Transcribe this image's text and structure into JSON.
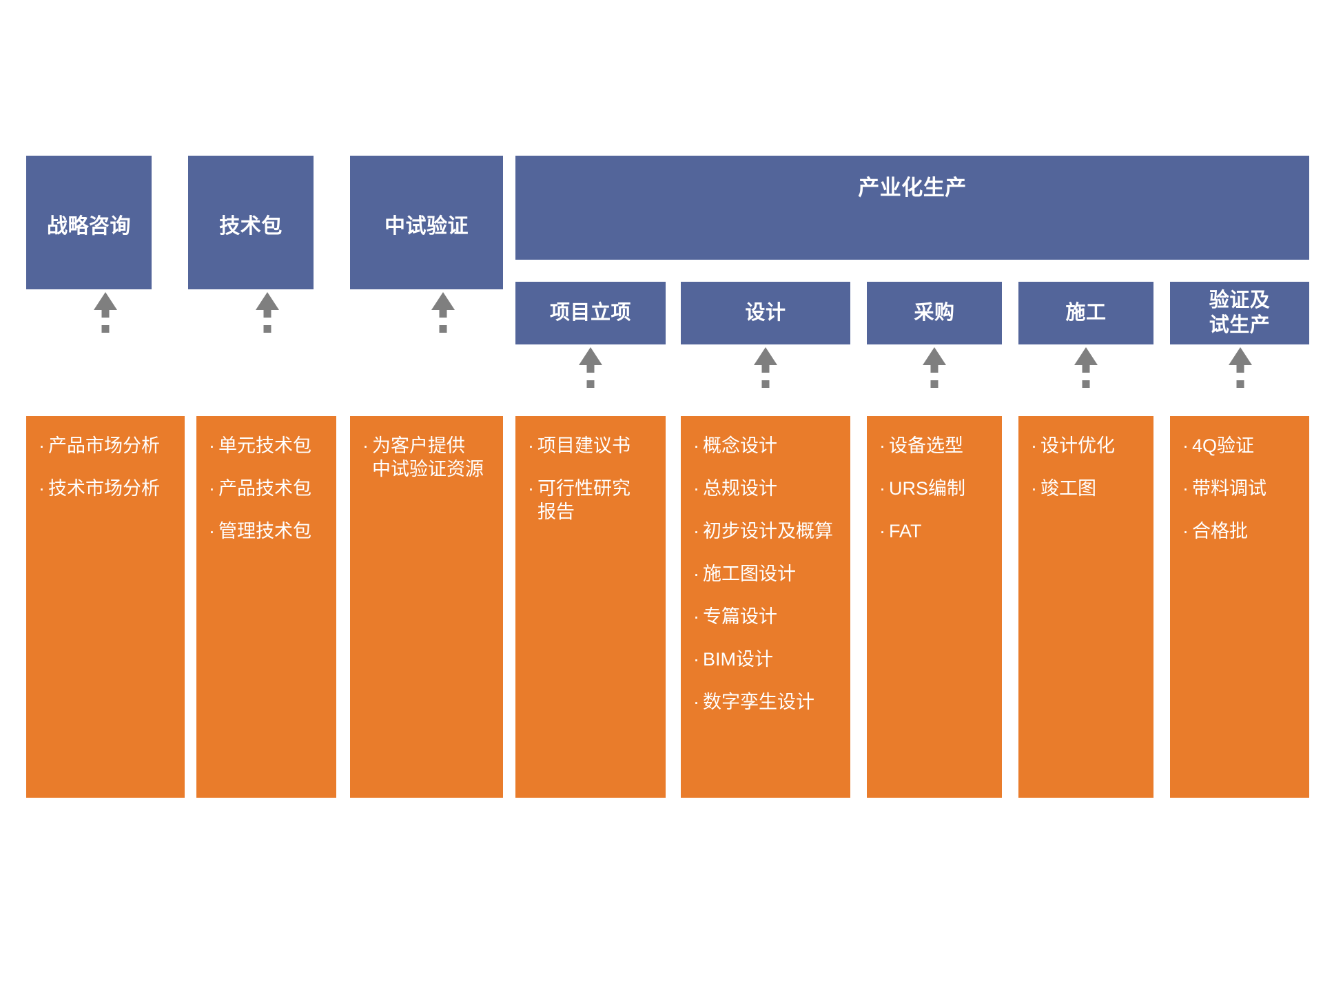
{
  "diagram": {
    "title_banner": {
      "label": "产业化生产"
    },
    "stages": [
      {
        "id": "strategy-consulting",
        "header": "战略咨询",
        "items": [
          "产品市场分析",
          "技术市场分析"
        ]
      },
      {
        "id": "technology-package",
        "header": "技术包",
        "items": [
          "单元技术包",
          "产品技术包",
          "管理技术包"
        ]
      },
      {
        "id": "pilot-verification",
        "header": "中试验证",
        "items": [
          "为客户提供",
          "中试验证资源"
        ]
      },
      {
        "id": "project-initiation",
        "header": "项目立项",
        "items": [
          "项目建议书",
          "可行性研究",
          "报告"
        ]
      },
      {
        "id": "design",
        "header": "设计",
        "items": [
          "概念设计",
          "总规设计",
          "初步设计及概算",
          "施工图设计",
          "专篇设计",
          "BIM设计",
          "数字孪生设计"
        ]
      },
      {
        "id": "procurement",
        "header": "采购",
        "items": [
          "设备选型",
          "URS编制",
          "FAT"
        ]
      },
      {
        "id": "construction",
        "header": "施工",
        "items": [
          "设计优化",
          "竣工图"
        ]
      },
      {
        "id": "validation-trial-production",
        "header": "验证及\n试生产",
        "items": [
          "4Q验证",
          "带料调试",
          "合格批"
        ]
      }
    ],
    "bullet_symbol": "·",
    "colors": {
      "header_blue": "#53659A",
      "content_orange": "#E97C2B",
      "connector_gray": "#7F7F7F",
      "background": "#FFFFFF",
      "text_light": "#FFFFFF"
    }
  }
}
